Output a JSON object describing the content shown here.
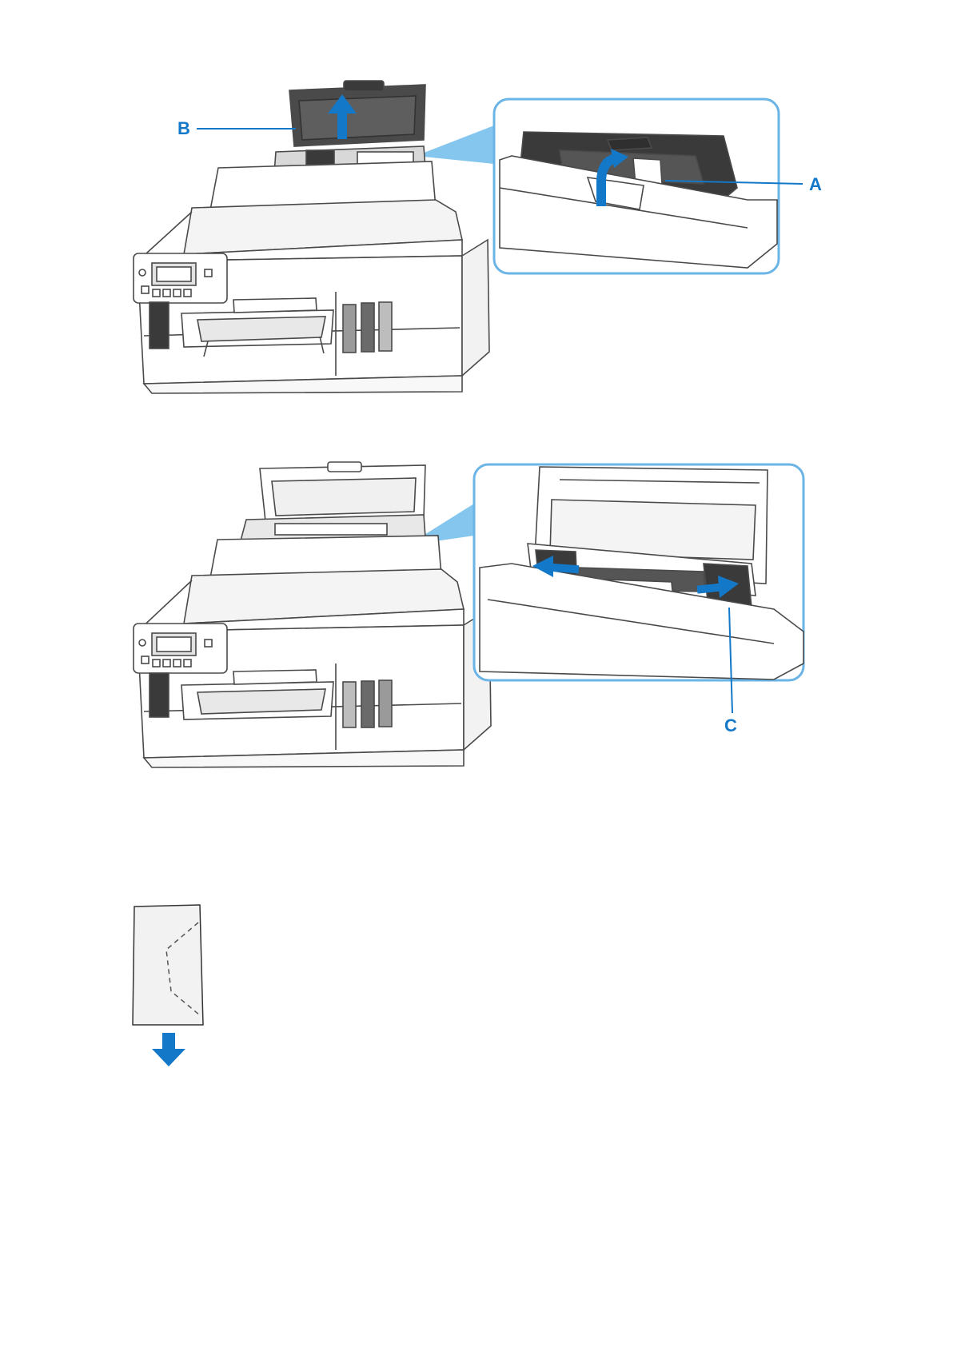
{
  "figure1": {
    "label_b": "B",
    "label_a": "A"
  },
  "figure2": {
    "label_c": "C"
  },
  "colors": {
    "accent": "#1478c8",
    "zoom_border": "#6ab4e6",
    "zoom_beam": "#5cb3e8",
    "device_dark": "#3a3a3a",
    "device_mid": "#6a6a6a",
    "line": "#4a4a4a"
  },
  "icons": [
    "up-arrow-icon",
    "curved-arrow-icon",
    "left-arrow-icon",
    "right-arrow-icon",
    "down-arrow-icon",
    "envelope-icon"
  ]
}
